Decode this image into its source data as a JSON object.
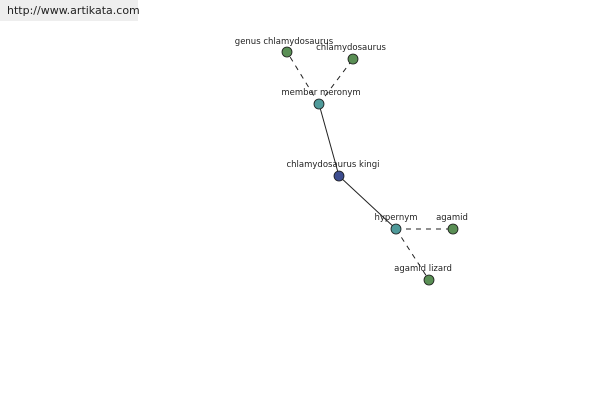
{
  "watermark": {
    "url": "http://www.artikata.com"
  },
  "colors": {
    "central_node": "#3d4d8f",
    "relation_node": "#4f9a9a",
    "term_node": "#5a8f55",
    "edge": "#222222",
    "banner_bg": "#eeeeee"
  },
  "graph": {
    "nodes": [
      {
        "id": "chlamydosaurus_kingi",
        "label": "chlamydosaurus kingi",
        "kind": "central"
      },
      {
        "id": "member_meronym",
        "label": "member meronym",
        "kind": "relation"
      },
      {
        "id": "genus_chlamydosaurus",
        "label": "genus chlamydosaurus",
        "kind": "term"
      },
      {
        "id": "chlamydosaurus",
        "label": "chlamydosaurus",
        "kind": "term"
      },
      {
        "id": "hypernym",
        "label": "hypernym",
        "kind": "relation"
      },
      {
        "id": "agamid",
        "label": "agamid",
        "kind": "term"
      },
      {
        "id": "agamid_lizard",
        "label": "agamid lizard",
        "kind": "term"
      }
    ],
    "edges": [
      {
        "from": "chlamydosaurus_kingi",
        "to": "member_meronym",
        "style": "solid"
      },
      {
        "from": "chlamydosaurus_kingi",
        "to": "hypernym",
        "style": "solid"
      },
      {
        "from": "member_meronym",
        "to": "genus_chlamydosaurus",
        "style": "dashed"
      },
      {
        "from": "member_meronym",
        "to": "chlamydosaurus",
        "style": "dashed"
      },
      {
        "from": "hypernym",
        "to": "agamid",
        "style": "dashed"
      },
      {
        "from": "hypernym",
        "to": "agamid_lizard",
        "style": "dashed"
      }
    ]
  }
}
